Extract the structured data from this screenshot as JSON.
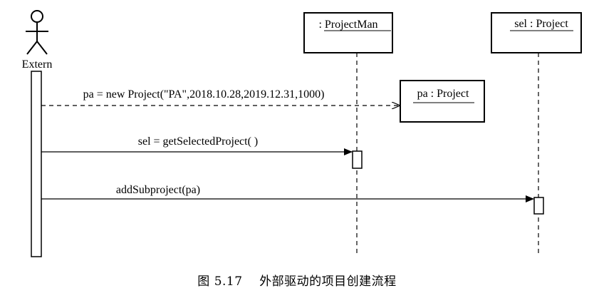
{
  "diagram": {
    "actor": {
      "label": "Extern"
    },
    "objects": [
      {
        "id": "projectman",
        "label": ": ProjectMan"
      },
      {
        "id": "sel",
        "label": "sel : Project"
      },
      {
        "id": "pa",
        "label": "pa : Project"
      }
    ],
    "messages": [
      {
        "id": "create",
        "label": "pa = new Project(\"PA\",2018.10.28,2019.12.31,1000)",
        "style": "dashed"
      },
      {
        "id": "get",
        "label": "sel = getSelectedProject( )",
        "style": "solid"
      },
      {
        "id": "add",
        "label": "addSubproject(pa)",
        "style": "solid"
      }
    ]
  },
  "caption": {
    "number": "图 5.17",
    "text": "外部驱动的项目创建流程"
  }
}
